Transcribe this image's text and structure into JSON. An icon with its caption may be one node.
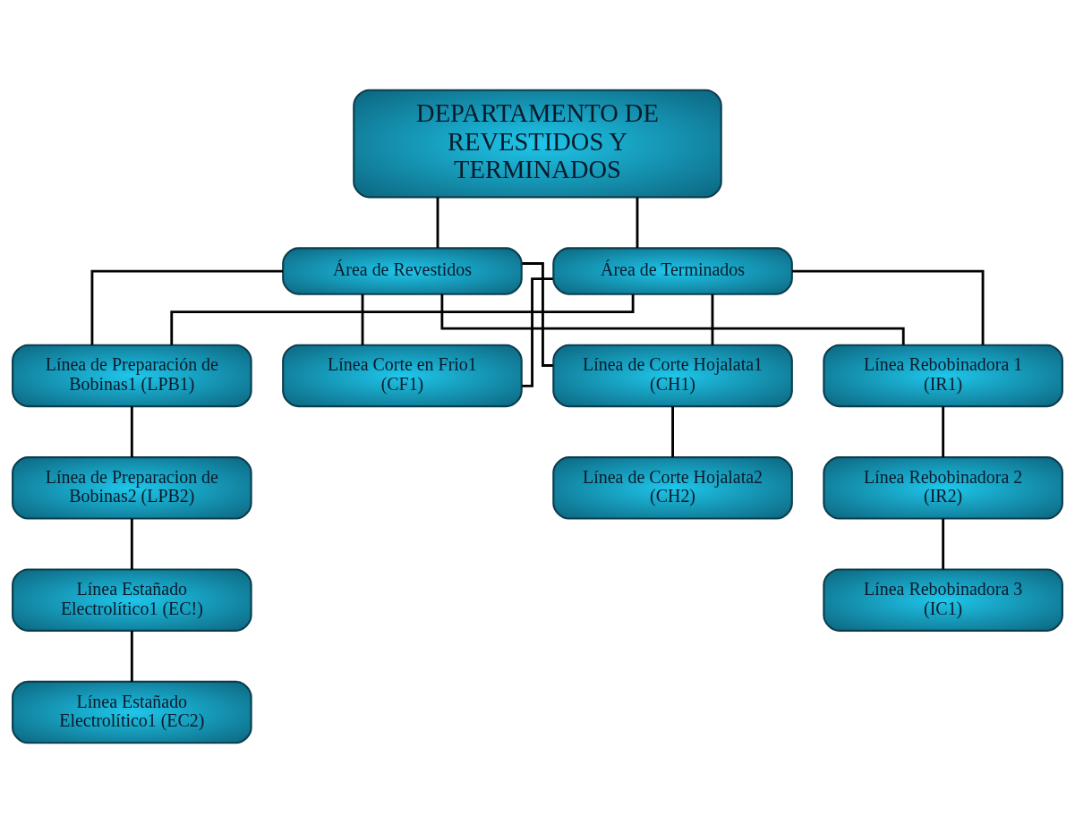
{
  "diagram": {
    "nodes": [
      {
        "text": [
          "DEPARTAMENTO DE REVESTIDOS Y TERMINADOS"
        ]
      },
      {
        "text": [
          "Área de Revestidos"
        ]
      },
      {
        "text": [
          "Área de Terminados"
        ]
      },
      {
        "text": [
          "Línea de Preparación de Bobinas1 (LPB1)"
        ]
      },
      {
        "text": [
          "Línea de Corte Hojalata1 (CH1)"
        ]
      },
      {
        "text": [
          "Línea Rebobinadora 1 (IR1)"
        ]
      },
      {
        "text": [
          "Línea Corte en Frio1 (CF1)"
        ]
      },
      {
        "text": [
          "Línea de Preparacion de Bobinas2 (LPB2)"
        ]
      },
      {
        "text": [
          "Línea de Corte Hojalata2 (CH2)"
        ]
      },
      {
        "text": [
          "Línea Rebobinadora 2 (IR2)"
        ]
      },
      {
        "text": [
          "Línea Estañado Electrolítico1 (EC!)"
        ]
      },
      {
        "text": [
          "Línea Rebobinadora 3 (IC1)"
        ]
      },
      {
        "text": [
          "Línea Estañado Electrolítico1 (EC2)"
        ]
      }
    ],
    "edges": [
      {
        "from": 0,
        "to": 1,
        "arrow": "none"
      },
      {
        "from": 0,
        "to": 2,
        "arrow": "none"
      },
      {
        "from": 1,
        "to": 3,
        "arrow": "none"
      },
      {
        "from": 1,
        "to": 4,
        "arrow": "none"
      },
      {
        "from": 1,
        "to": 5,
        "arrow": "none"
      },
      {
        "from": 1,
        "to": 6,
        "arrow": "none"
      },
      {
        "from": 2,
        "to": 3,
        "arrow": "none"
      },
      {
        "from": 2,
        "to": 4,
        "arrow": "none"
      },
      {
        "from": 2,
        "to": 5,
        "arrow": "none"
      },
      {
        "from": 2,
        "to": 6,
        "arrow": "none"
      },
      {
        "from": 3,
        "to": 7,
        "arrow": "none"
      },
      {
        "from": 7,
        "to": 10,
        "arrow": "none"
      },
      {
        "from": 10,
        "to": 12,
        "arrow": "none"
      },
      {
        "from": 4,
        "to": 8,
        "arrow": "none"
      },
      {
        "from": 5,
        "to": 9,
        "arrow": "none"
      },
      {
        "from": 9,
        "to": 11,
        "arrow": "none"
      }
    ]
  }
}
